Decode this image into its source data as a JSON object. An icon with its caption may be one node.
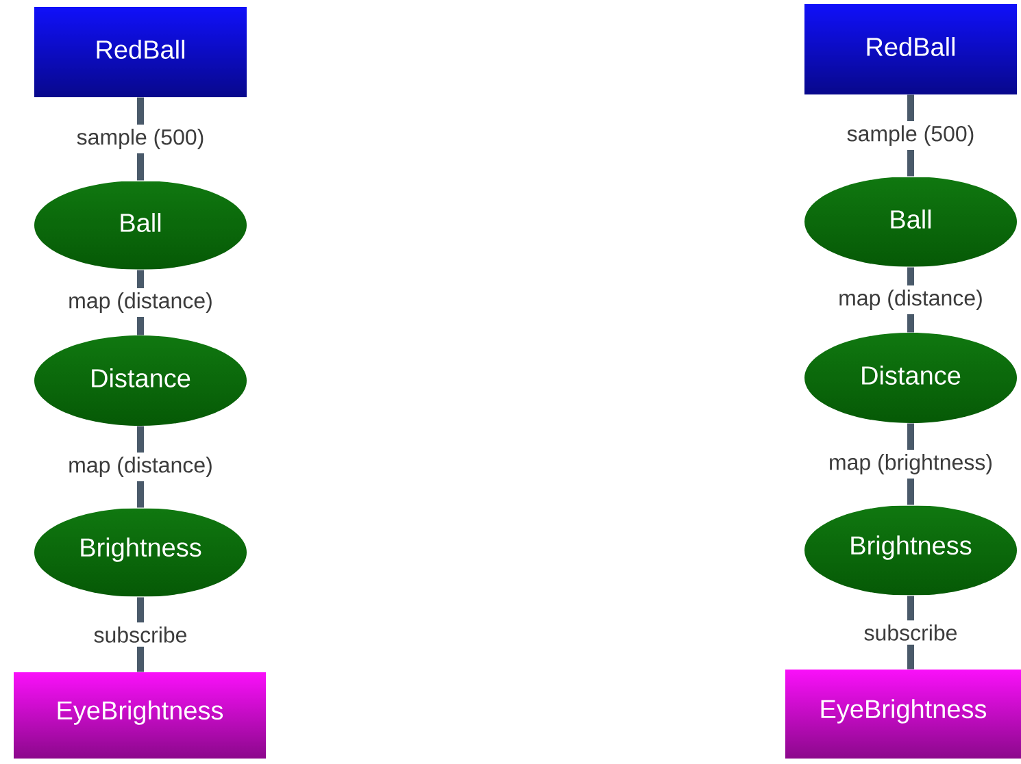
{
  "diagram": {
    "nodes": [
      {
        "text": [
          "RedBall"
        ]
      },
      {
        "text": [
          "Ball"
        ]
      },
      {
        "text": [
          "Distance"
        ]
      },
      {
        "text": [
          "Brightness"
        ]
      },
      {
        "text": [
          "EyeBrightness"
        ]
      },
      {
        "text": [
          "RedBall"
        ]
      },
      {
        "text": [
          "Ball"
        ]
      },
      {
        "text": [
          "Distance"
        ]
      },
      {
        "text": [
          "Brightness"
        ]
      },
      {
        "text": [
          "EyeBrightness"
        ]
      }
    ],
    "edges": [
      {
        "from": 0,
        "to": 1,
        "arrow": "none",
        "label": "sample (500)"
      },
      {
        "from": 1,
        "to": 2,
        "arrow": "none",
        "label": "map (distance)"
      },
      {
        "from": 2,
        "to": 3,
        "arrow": "none",
        "label": "map (distance)"
      },
      {
        "from": 3,
        "to": 4,
        "arrow": "none",
        "label": "subscribe"
      },
      {
        "from": 5,
        "to": 6,
        "arrow": "none",
        "label": "sample (500)"
      },
      {
        "from": 6,
        "to": 7,
        "arrow": "none",
        "label": "map (distance)"
      },
      {
        "from": 7,
        "to": 8,
        "arrow": "none",
        "label": "map (brightness)"
      },
      {
        "from": 8,
        "to": 9,
        "arrow": "none",
        "label": "subscribe"
      }
    ]
  }
}
